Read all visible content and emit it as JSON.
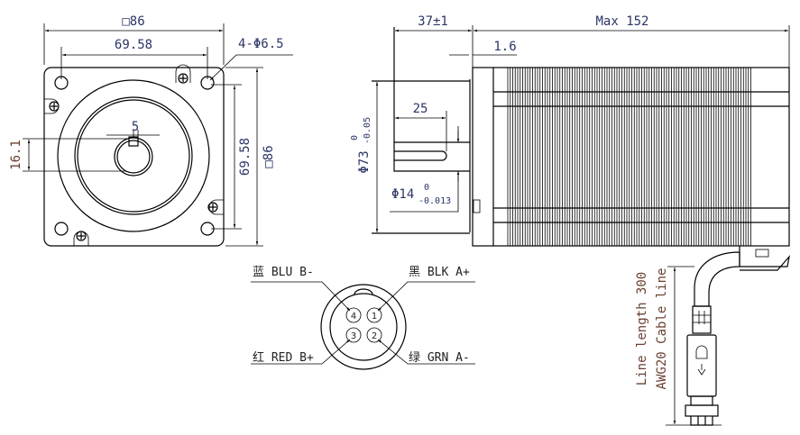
{
  "front_view": {
    "square_top": "□86",
    "hole_spacing_top": "69.58",
    "holes": "4-Φ6.5",
    "key_width": "5",
    "key_height": "16.1",
    "hole_spacing_right": "69.58",
    "square_right": "□86"
  },
  "side_view": {
    "shaft_length": "37±1",
    "max_length": "Max 152",
    "flange_thickness": "1.6",
    "key_length": "25",
    "pilot_diameter": "Φ73",
    "pilot_tol_upper": "0",
    "pilot_tol_lower": "-0.05",
    "shaft_diameter": "Φ14",
    "shaft_tol_upper": "0",
    "shaft_tol_lower": "-0.013",
    "cable_length": "Line length 300",
    "cable_spec": "AWG20 Cable line"
  },
  "connector": {
    "pins": [
      {
        "number": "1",
        "label": "黑 BLK A+"
      },
      {
        "number": "2",
        "label": "绿 GRN A-"
      },
      {
        "number": "3",
        "label": "红 RED B+"
      },
      {
        "number": "4",
        "label": "蓝 BLU B-"
      }
    ]
  }
}
